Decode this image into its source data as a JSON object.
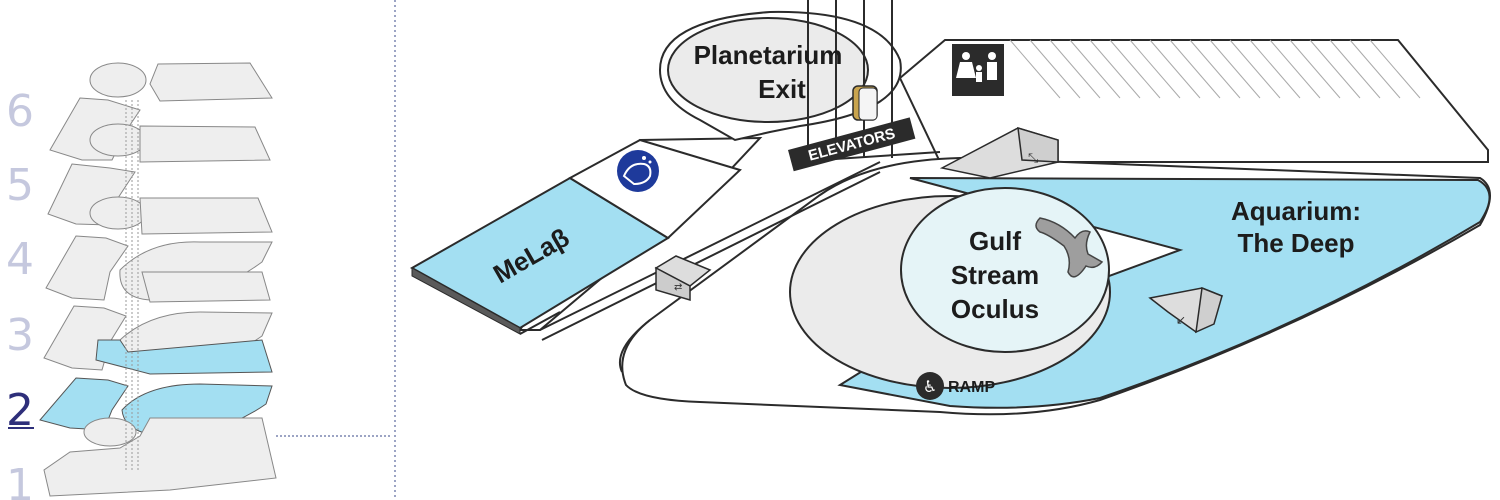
{
  "floor_selector": {
    "floors": [
      {
        "label": "6",
        "active": false
      },
      {
        "label": "5",
        "active": false
      },
      {
        "label": "4",
        "active": false
      },
      {
        "label": "3",
        "active": false
      },
      {
        "label": "2",
        "active": true
      },
      {
        "label": "1",
        "active": false
      }
    ],
    "active_color": "#2e2f7a",
    "inactive_color": "#c5c8de"
  },
  "map": {
    "planetarium": {
      "line1": "Planetarium",
      "line2": "Exit"
    },
    "elevators": "ELEVATORS",
    "melab": "MeLaβ",
    "gulf_stream": {
      "line1": "Gulf",
      "line2": "Stream",
      "line3": "Oculus"
    },
    "aquarium": {
      "line1": "Aquarium:",
      "line2": "The Deep"
    },
    "ramp": "RAMP",
    "icons": [
      "family-restroom-icon",
      "hand-washing-icon",
      "wheelchair-icon",
      "stairs-icon",
      "elevator-door-icon",
      "hammerhead-shark-icon"
    ],
    "colors": {
      "water": "#a3dff2",
      "floor": "#eeeeee",
      "outline": "#2b2b2b",
      "dark": "#2b2b2b",
      "icon_blue": "#1e3a9b"
    }
  }
}
